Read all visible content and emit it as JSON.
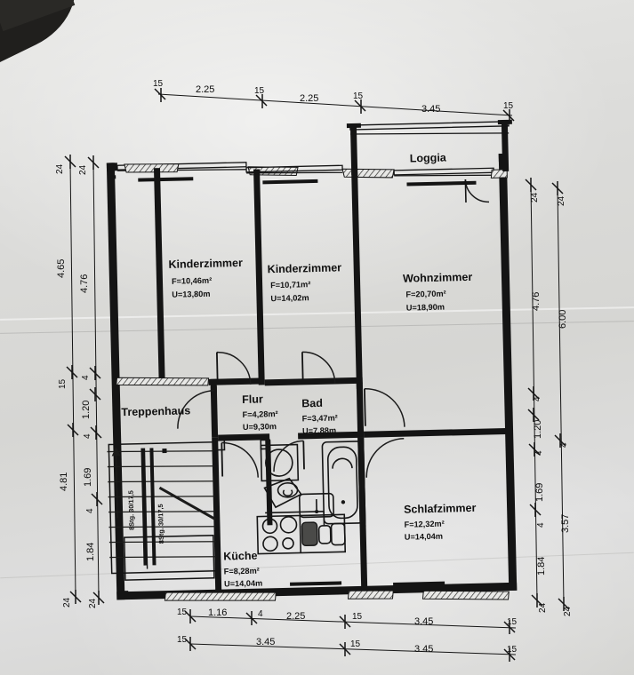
{
  "document": {
    "kind": "architectural-floor-plan",
    "language": "de",
    "paper_color": "#d9d9d7",
    "ink_color": "#141414"
  },
  "rooms": [
    {
      "id": "kinderzimmer-1",
      "name": "Kinderzimmer",
      "area": "F=10,46m²",
      "perimeter": "U=13,80m"
    },
    {
      "id": "kinderzimmer-2",
      "name": "Kinderzimmer",
      "area": "F=10,71m²",
      "perimeter": "U=14,02m"
    },
    {
      "id": "wohnzimmer",
      "name": "Wohnzimmer",
      "area": "F=20,70m²",
      "perimeter": "U=18,90m"
    },
    {
      "id": "flur",
      "name": "Flur",
      "area": "F=4,28m²",
      "perimeter": "U=9,30m"
    },
    {
      "id": "bad",
      "name": "Bad",
      "area": "F=3,47m²",
      "perimeter": "U=7,88m"
    },
    {
      "id": "schlafzimmer",
      "name": "Schlafzimmer",
      "area": "F=12,32m²",
      "perimeter": "U=14,04m"
    },
    {
      "id": "kueche",
      "name": "Küche",
      "area": "F=8,28m²",
      "perimeter": "U=14,04m"
    },
    {
      "id": "loggia",
      "name": "Loggia",
      "area": "",
      "perimeter": ""
    },
    {
      "id": "treppenhaus",
      "name": "Treppenhaus",
      "area": "",
      "perimeter": ""
    }
  ],
  "stairs": {
    "flight_1_label": "8Stg. 30/17,5",
    "flight_2_label": "8Stg. 30/17,5"
  },
  "dimensions": {
    "top": [
      "15",
      "2.25",
      "15",
      "2.25",
      "15",
      "3.45",
      "15"
    ],
    "bottom_inner": [
      "15",
      "1.16",
      "4",
      "2.25",
      "15",
      "3.45",
      "15"
    ],
    "bottom_outer": [
      "15",
      "3.45",
      "15",
      "3.45",
      "15"
    ],
    "left_outer": [
      "24",
      "4.65",
      "15",
      "4.81",
      "24"
    ],
    "left_inner": [
      "24",
      "4.76",
      "4",
      "1.20",
      "4",
      "1.69",
      "4",
      "1.84",
      "24"
    ],
    "right_inner": [
      "24",
      "4.76",
      "4",
      "1.20",
      "4",
      "1.69",
      "4",
      "1.84",
      "24"
    ],
    "right_outer": [
      "24",
      "6.00",
      "4",
      "3.57",
      "24"
    ]
  },
  "fixtures": [
    {
      "name": "bathtub",
      "room": "bad"
    },
    {
      "name": "washbasin",
      "room": "bad"
    },
    {
      "name": "toilet",
      "room": "bad"
    },
    {
      "name": "washing-machine",
      "room": "bad"
    },
    {
      "name": "stove",
      "room": "kueche"
    },
    {
      "name": "sink",
      "room": "kueche"
    }
  ]
}
